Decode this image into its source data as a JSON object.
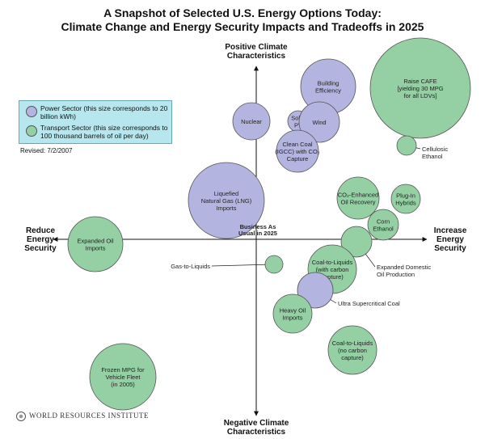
{
  "title_line1": "A Snapshot of Selected U.S. Energy Options Today:",
  "title_line2": "Climate Change and Energy Security Impacts and Tradeoffs in 2025",
  "legend": {
    "power": "Power Sector (this size corresponds to 20 billion kWh)",
    "transport": "Transport Sector (this size corresponds to 100 thousand barrels of oil per day)"
  },
  "revised": "Revised: 7/2/2007",
  "footer": "WORLD RESOURCES INSTITUTE",
  "colors": {
    "power": "#b4b4e0",
    "transport": "#94d0a4",
    "legend_bg": "#b6e7ee"
  },
  "chart_data": {
    "type": "bubble",
    "axes": {
      "top": [
        "Positive Climate",
        "Characteristics"
      ],
      "bottom": [
        "Negative Climate",
        "Characteristics"
      ],
      "left": [
        "Reduce",
        "Energy",
        "Security"
      ],
      "right": [
        "Increase",
        "Energy",
        "Security"
      ],
      "origin": [
        "Business As",
        "Usual in 2025"
      ]
    },
    "bubbles": [
      {
        "label": [
          "Raise CAFE",
          "[yielding 30 MPG",
          "for all LDVs]"
        ],
        "sector": "transport"
      },
      {
        "label": [
          "Building",
          "Efficiency"
        ],
        "sector": "power"
      },
      {
        "label": [
          "Nuclear"
        ],
        "sector": "power"
      },
      {
        "label": [
          "Solar",
          "PV"
        ],
        "sector": "power"
      },
      {
        "label": [
          "Wind"
        ],
        "sector": "power"
      },
      {
        "label": [
          "Clean Coal",
          "(IGCC) with CO₂",
          "Capture"
        ],
        "sector": "power"
      },
      {
        "label": [
          "Cellulosic",
          "Ethanol"
        ],
        "sector": "transport"
      },
      {
        "label": [
          "Liquefied",
          "Natural Gas (LNG)",
          "Imports"
        ],
        "sector": "power"
      },
      {
        "label": [
          "CO₂-Enhanced",
          "Oil Recovery"
        ],
        "sector": "transport"
      },
      {
        "label": [
          "Plug-In",
          "Hybrids"
        ],
        "sector": "transport"
      },
      {
        "label": [
          "Corn",
          "Ethanol"
        ],
        "sector": "transport"
      },
      {
        "label": [
          "Expanded Domestic",
          "Oil Production"
        ],
        "sector": "transport"
      },
      {
        "label": [
          "Expanded Oil",
          "Imports"
        ],
        "sector": "transport"
      },
      {
        "label": [
          "Gas-to-Liquids"
        ],
        "sector": "transport"
      },
      {
        "label": [
          "Coal-to-Liquids",
          "(with carbon",
          "capture)"
        ],
        "sector": "transport"
      },
      {
        "label": [
          "Ultra Supercritical Coal"
        ],
        "sector": "power"
      },
      {
        "label": [
          "Heavy Oil",
          "Imports"
        ],
        "sector": "transport"
      },
      {
        "label": [
          "Coal-to-Liquids",
          "(no carbon",
          "capture)"
        ],
        "sector": "transport"
      },
      {
        "label": [
          "Frozen MPG for",
          "Vehicle Fleet",
          "(in 2005)"
        ],
        "sector": "transport"
      }
    ]
  }
}
